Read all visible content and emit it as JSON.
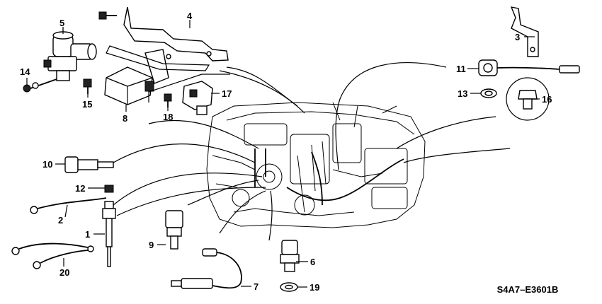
{
  "diagram_code": "S4A7–E3601B",
  "callouts": [
    "1",
    "2",
    "3",
    "4",
    "5",
    "6",
    "7",
    "8",
    "9",
    "10",
    "11",
    "12",
    "13",
    "14",
    "15",
    "16",
    "17",
    "18",
    "19",
    "20"
  ]
}
